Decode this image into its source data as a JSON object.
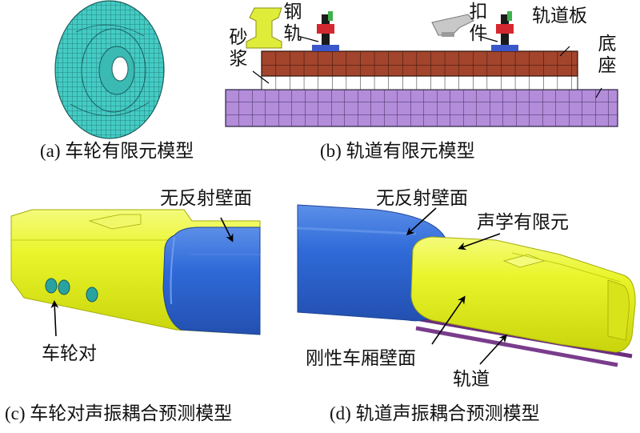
{
  "panels": {
    "a": {
      "caption": "(a) 车轮有限元模型"
    },
    "b": {
      "caption": "(b) 轨道有限元模型",
      "labels": {
        "rail": "钢轨",
        "fastener": "扣件",
        "slab": "轨道板",
        "mortar": "砂浆",
        "base": "底座"
      }
    },
    "c": {
      "caption": "(c) 车轮对声振耦合预测模型",
      "labels": {
        "nonreflect": "无反射壁面",
        "wheelset": "车轮对"
      }
    },
    "d": {
      "caption": "(d) 轨道声振耦合预测模型",
      "labels": {
        "nonreflect": "无反射壁面",
        "acoustic_fe": "声学有限元",
        "rigid_wall": "刚性车厢壁面",
        "track": "轨道"
      }
    }
  },
  "colors": {
    "mesh": "#3fc7c0",
    "slab": "#a0402a",
    "base": "#b28ad8",
    "body": "#e6f222",
    "blue": "#2f6ad8",
    "rail_track": "#7a3c8c"
  }
}
